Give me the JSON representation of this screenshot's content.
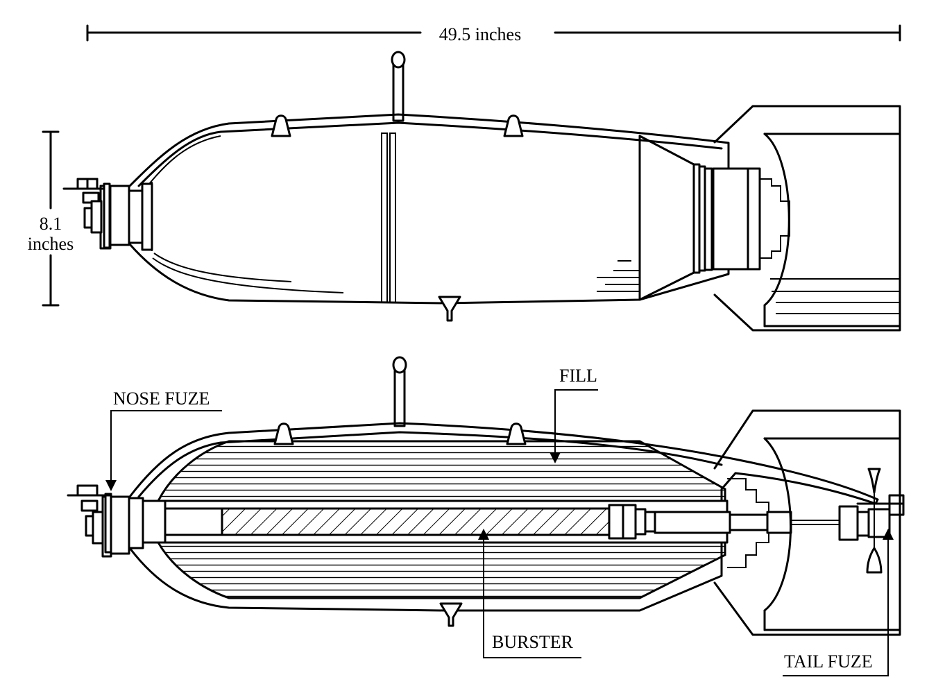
{
  "dimensions": {
    "length_label": "49.5 inches",
    "diameter_label_line1": "8.1",
    "diameter_label_line2": "inches"
  },
  "labels": {
    "nose_fuze": "NOSE FUZE",
    "fill": "FILL",
    "burster": "BURSTER",
    "tail_fuze": "TAIL FUZE"
  },
  "colors": {
    "line": "#000000",
    "background": "#ffffff"
  }
}
